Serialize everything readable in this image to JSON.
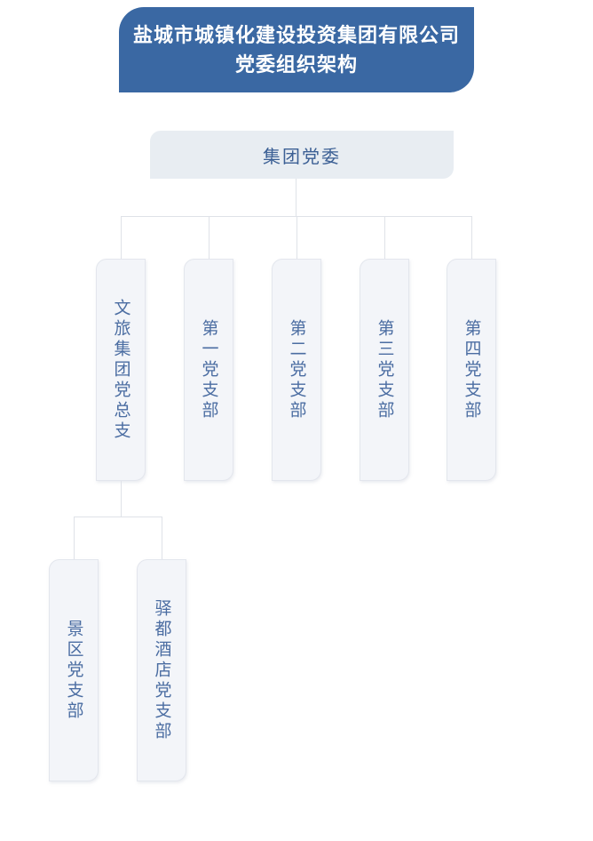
{
  "title": {
    "line1": "盐城市城镇化建设投资集团有限公司",
    "line2": "党委组织架构"
  },
  "org_chart": {
    "type": "org-tree",
    "root": {
      "label": "集团党委"
    },
    "branches": [
      {
        "label": "文旅集团党总支",
        "children": [
          {
            "label": "景区党支部"
          },
          {
            "label": "驿都酒店党支部"
          }
        ]
      },
      {
        "label": "第一党支部",
        "children": []
      },
      {
        "label": "第二党支部",
        "children": []
      },
      {
        "label": "第三党支部",
        "children": []
      },
      {
        "label": "第四党支部",
        "children": []
      }
    ]
  },
  "colors": {
    "title_bg": "#3a68a3",
    "title_text": "#ffffff",
    "root_bg": "#e8edf2",
    "root_text": "#3c6095",
    "node_bg": "#f3f5f9",
    "node_border": "#e3e6ed",
    "node_text": "#4b6da2",
    "connector": "#dfe2e8",
    "page_bg": "#ffffff"
  }
}
